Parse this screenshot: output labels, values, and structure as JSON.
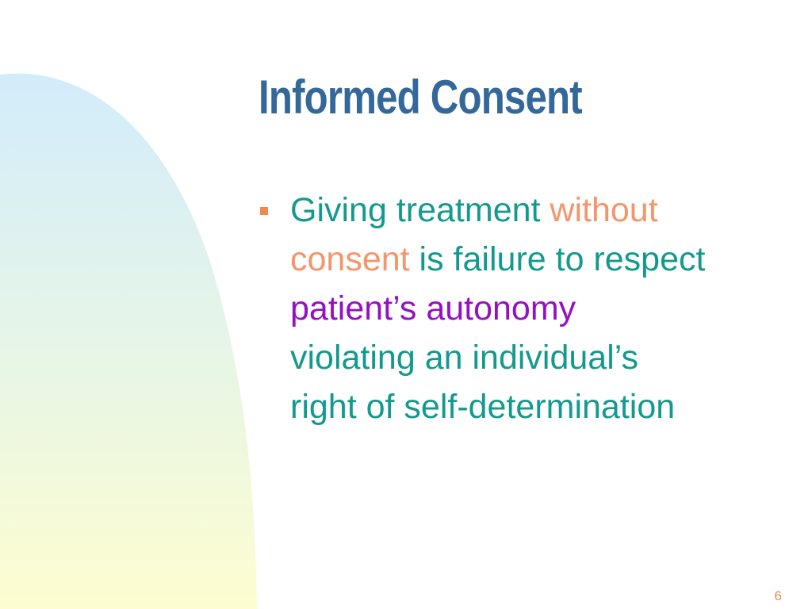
{
  "slide": {
    "title": "Informed Consent",
    "bullets": [
      {
        "segments": [
          "Giving treatment ",
          "without",
          "consent",
          " is failure to respect",
          "patient’s autonomy",
          "violating an individual’s",
          "right of self-determination"
        ]
      }
    ],
    "page_number": "6"
  },
  "colors": {
    "title": "#34679a",
    "body_text": "#139a8e",
    "emphasis_orange": "#f5956a",
    "emphasis_purple": "#9410c4",
    "bullet_marker": "#f08a52",
    "page_number": "#f08a52",
    "decor_gradient_top": "#d2ecfb",
    "decor_gradient_bottom": "#fdfdd0"
  }
}
